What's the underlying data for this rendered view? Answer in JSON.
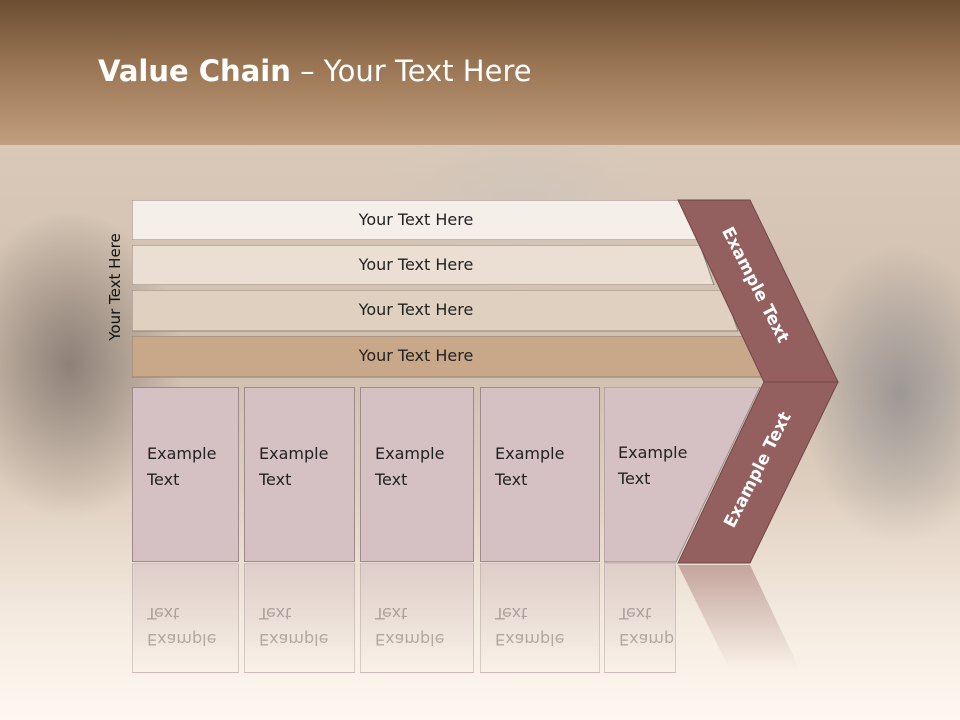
{
  "slide": {
    "title_bold": "Value Chain",
    "title_rest": " – Your Text Here",
    "side_label": "Your Text Here"
  },
  "rows": [
    {
      "label": "Your Text Here",
      "fill": "#f4efe9"
    },
    {
      "label": "Your Text Here",
      "fill": "#ebdfd3"
    },
    {
      "label": "Your Text Here",
      "fill": "#e0d0bf"
    },
    {
      "label": "Your Text Here",
      "fill": "#c9a88a"
    }
  ],
  "columns": [
    {
      "line1": "Example",
      "line2": "Text"
    },
    {
      "line1": "Example",
      "line2": "Text"
    },
    {
      "line1": "Example",
      "line2": "Text"
    },
    {
      "line1": "Example",
      "line2": "Text"
    },
    {
      "line1": "Example",
      "line2": "Text"
    }
  ],
  "chevron": {
    "upper_label": "Example Text",
    "lower_label": "Example Text",
    "color": "#93605f"
  }
}
